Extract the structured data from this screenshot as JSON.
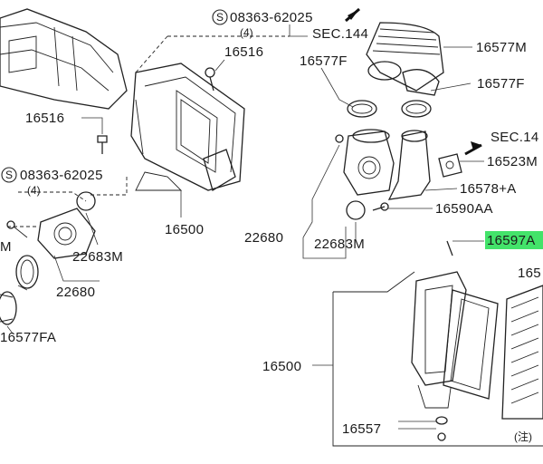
{
  "diagram": {
    "labels": {
      "part_8363_a": "08363-62025",
      "part_8363_a_qty": "(4)",
      "sec144": "SEC.144",
      "part_16577m": "16577M",
      "part_16577f_left": "16577F",
      "part_16577f_right": "16577F",
      "part_16516_top": "16516",
      "part_16516_left": "16516",
      "sec14x": "SEC.14",
      "part_16523m": "16523M",
      "part_8363_b": "08363-62025",
      "part_8363_b_qty": "(4)",
      "part_16578a": "16578+A",
      "part_16590aa": "16590AA",
      "part_16500_top": "16500",
      "part_22680_mid": "22680",
      "part_22683m_mid": "22683M",
      "part_16597a": "16597A",
      "part_m_edge": "M",
      "part_22683m_left": "22683M",
      "part_22680_left": "22680",
      "part_16577fa": "16577FA",
      "part_165_edge": "165",
      "part_16500_bottom": "16500",
      "part_16557": "16557",
      "note": "(注)"
    },
    "highlight_color": "#43e36a",
    "icons": {
      "screw_symbol": "circled-s-icon",
      "arrow": "direction-arrow-icon"
    }
  }
}
